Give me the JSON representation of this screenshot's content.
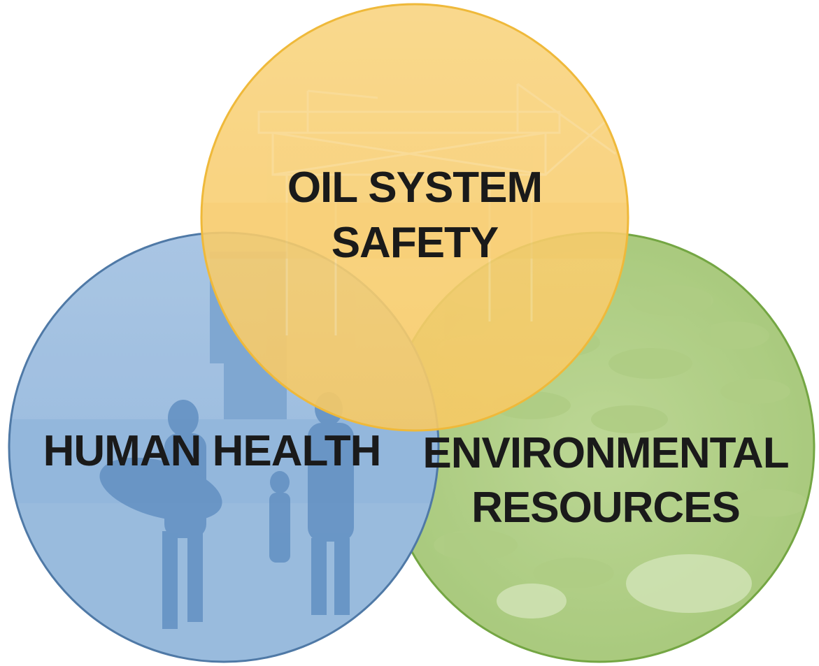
{
  "diagram": {
    "type": "venn",
    "circles": [
      {
        "id": "oil",
        "lines": [
          "OIL SYSTEM",
          "SAFETY"
        ],
        "fill": "#f6c24e",
        "stroke": "#efb93a",
        "photo": "offshore-oil-platform"
      },
      {
        "id": "human",
        "lines": [
          "HUMAN HEALTH"
        ],
        "fill": "#6f9fcf",
        "stroke": "#4f79a6",
        "photo": "surfers-walking-on-beach"
      },
      {
        "id": "env",
        "lines": [
          "ENVIRONMENTAL",
          "RESOURCES"
        ],
        "fill": "#97be62",
        "stroke": "#74a643",
        "photo": "school-of-fish"
      }
    ]
  }
}
